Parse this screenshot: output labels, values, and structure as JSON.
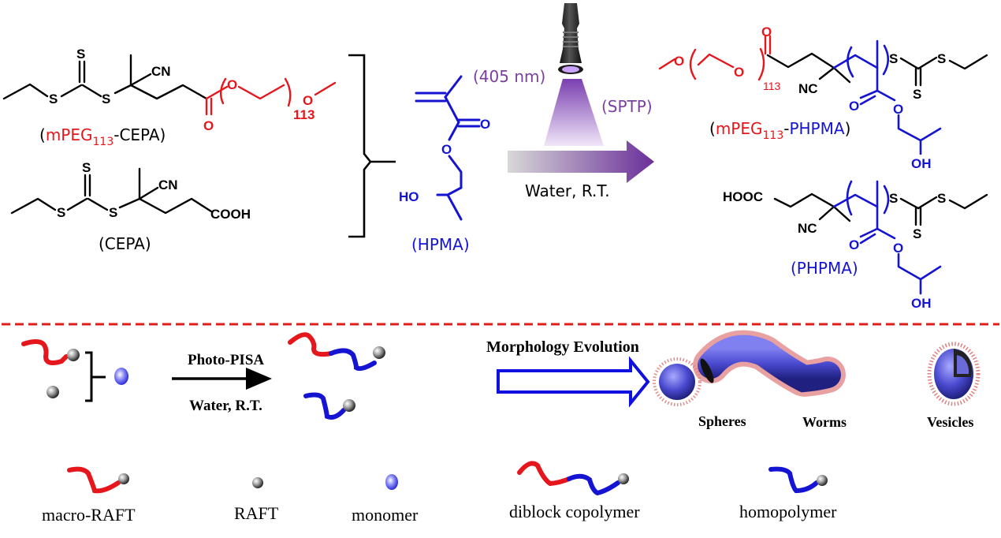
{
  "colors": {
    "black": "#000000",
    "red": "#e5161c",
    "blue": "#1414d2",
    "purple": "#7b3fa0",
    "dash_red": "#e01e1e",
    "arrow_blue": "#1010e0"
  },
  "top_scheme": {
    "macro_raft": {
      "name_paren_open": "(",
      "name_red": "mPEG",
      "name_sub": "113",
      "name_rest": "-CEPA)",
      "atoms": {
        "S_thione": "S",
        "S1": "S",
        "S2": "S",
        "CN": "CN",
        "O_carbonyl": "O",
        "O_ester": "O",
        "O_methoxy": "O",
        "repeat": "113"
      }
    },
    "raft_agent": {
      "name": "(CEPA)",
      "atoms": {
        "S_thione": "S",
        "S1": "S",
        "S2": "S",
        "CN": "CN",
        "acid": "COOH"
      }
    },
    "monomer": {
      "name": "(HPMA)",
      "atoms": {
        "O_carbonyl": "O",
        "O_ester": "O",
        "HO": "HO"
      }
    },
    "reaction": {
      "wavelength": "(405 nm)",
      "method": "(SPTP)",
      "conditions": "Water, R.T.",
      "light_source_icon": "flashlight-icon"
    },
    "product_diblock": {
      "name_open": "(",
      "name_red": "mPEG",
      "name_sub": "113",
      "name_dash": "-",
      "name_blue": "PHPMA",
      "name_close": ")",
      "atoms": {
        "O_methoxy": "O",
        "O_ether": "O",
        "O_carbonyl": "O",
        "repeat": "113",
        "NC": "NC",
        "S1": "S",
        "S2": "S",
        "S_thione": "S",
        "O_ester_c": "O",
        "O_ester": "O",
        "OH": "OH"
      }
    },
    "product_homo": {
      "name": "(PHPMA)",
      "atoms": {
        "acid": "HOOC",
        "NC": "NC",
        "S1": "S",
        "S2": "S",
        "S_thione": "S",
        "O_ester_c": "O",
        "O_ester": "O",
        "OH": "OH"
      }
    }
  },
  "bottom_scheme": {
    "arrow_top_label": "Photo-PISA",
    "arrow_bottom_label": "Water, R.T.",
    "morphology_label": "Morphology Evolution",
    "morphologies": [
      "Spheres",
      "Worms",
      "Vesicles"
    ]
  },
  "legend": [
    {
      "label": "macro-RAFT",
      "icon": "macro-raft-icon"
    },
    {
      "label": "RAFT",
      "icon": "raft-ball-icon"
    },
    {
      "label": "monomer",
      "icon": "monomer-ball-icon"
    },
    {
      "label": "diblock copolymer",
      "icon": "diblock-copolymer-icon"
    },
    {
      "label": "homopolymer",
      "icon": "homopolymer-icon"
    }
  ]
}
